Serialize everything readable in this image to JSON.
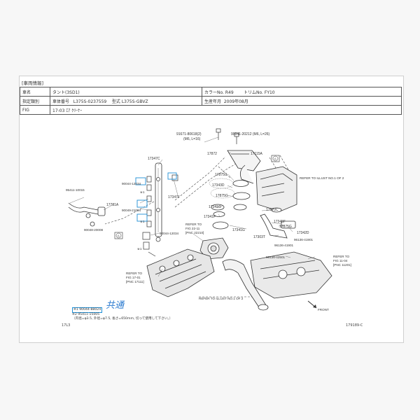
{
  "header": {
    "section_title": "[車両情報]",
    "row1": {
      "name_label": "車名",
      "name_value": "タント(3SD1)",
      "color_label": "カラーNo. R49",
      "trim_label": "トリムNo. FY10"
    },
    "row2": {
      "spec_label": "指定類別",
      "vin_label": "車体番号",
      "vin_value": "L375S-0237559",
      "model_label": "型式",
      "model_value": "L375S-GBVZ",
      "prod_label": "生産年月",
      "prod_value": "2009年08月"
    },
    "row3": {
      "fig_label": "FIG",
      "fig_value": "17-03 ｴｱ ｸﾘｰﾅｰ"
    }
  },
  "diagram": {
    "part_labels": {
      "p91671": "91671-80618(2)",
      "p91671b": "(M6, L=16)",
      "p90041": "90041-20212 (M6, L=26)",
      "p17872": "17872",
      "p17115A": "17115A",
      "p17347C": "17347C",
      "p17347F": "17347F",
      "p17875G_a": "17875G",
      "p17343D": "17343D",
      "p17875G_b": "17875G",
      "p17341G_a": "17341G",
      "p17670C": "17670C",
      "p17345F": "17345F",
      "p17875G_c": "17875G",
      "p17342D": "17342D",
      "p17341F": "17341F",
      "p17341G_b": "17341G",
      "p17303T": "17303T",
      "p96136a": "96136-41901",
      "p96136b": "96136-41901",
      "p96136c": "96136-42501",
      "p95411": "95411-10015",
      "p17781A": "17781A",
      "p90048a": "90048-20008",
      "p90044a": "90044-12034",
      "p90049": "90049-21004",
      "p90044b": "90044-12034",
      "p90044c": "90044-12034",
      "star1": "※1",
      "circleA": "A",
      "refer_illust_1": "REFER TO ILLUST NO.1 OF 2",
      "refer_illust_2": "REFER TO ILLUST NO.1 OF 2",
      "refer_fig22": [
        "REFER TO",
        "FIG 22-11",
        "[PNC 22210]"
      ],
      "refer_fig17": [
        "REFER TO",
        "FIG 17-01",
        "[PNC 17111]"
      ],
      "refer_fig11": [
        "REFER TO",
        "FIG 11-04",
        "[PNC 11201]"
      ],
      "front": "FRONT"
    }
  },
  "notes": {
    "line1_code": "※1 90044-88024",
    "line2": "※2 95411-15005",
    "line3": "（内径=φ3.5, 外径=φ7.5, 長さ=650mm, 切って使用して下さい。）",
    "handwritten": "共通"
  },
  "footer": {
    "left": "17L3",
    "right": "179189-C"
  }
}
